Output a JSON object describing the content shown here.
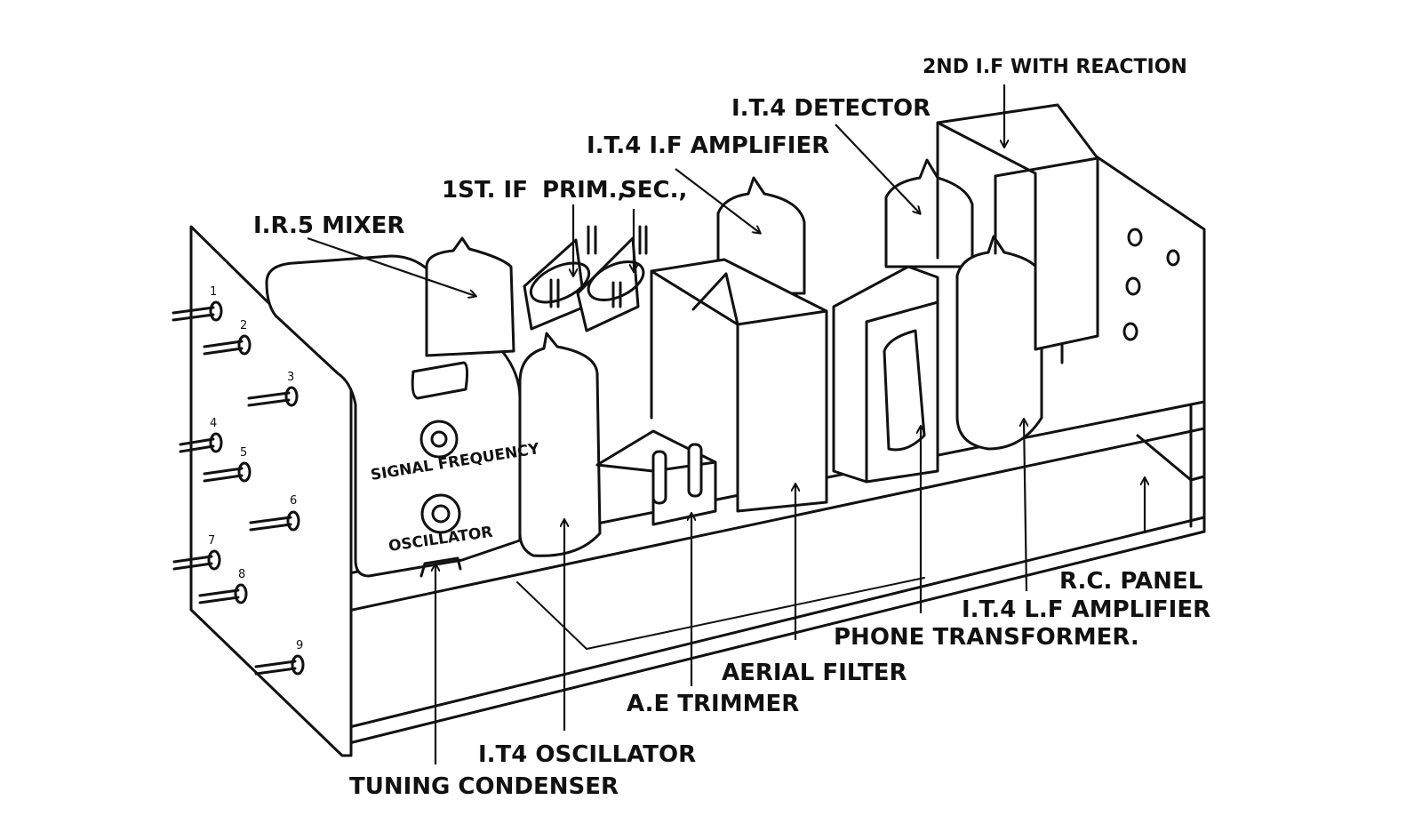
{
  "labels": {
    "second_if": "2ND I.F WITH REACTION",
    "detector": "I.T.4 DETECTOR",
    "if_amplifier": "I.T.4 I.F AMPLIFIER",
    "first_if": "1ST. IF",
    "prim": "PRIM.,",
    "sec": "SEC.,",
    "mixer": "I.R.5 MIXER",
    "signal_frequency": "SIGNAL FREQUENCY",
    "oscillator_knob": "OSCILLATOR",
    "rc_panel": "R.C. PANEL",
    "lf_amplifier": "I.T.4 L.F AMPLIFIER",
    "phone_transformer": "PHONE TRANSFORMER.",
    "aerial_filter": "AERIAL FILTER",
    "ae_trimmer": "A.E TRIMMER",
    "it4_oscillator": "I.T4 OSCILLATOR",
    "tuning_condenser": "TUNING CONDENSER"
  },
  "terminals": [
    "1",
    "2",
    "3",
    "4",
    "5",
    "6",
    "7",
    "8",
    "9"
  ]
}
